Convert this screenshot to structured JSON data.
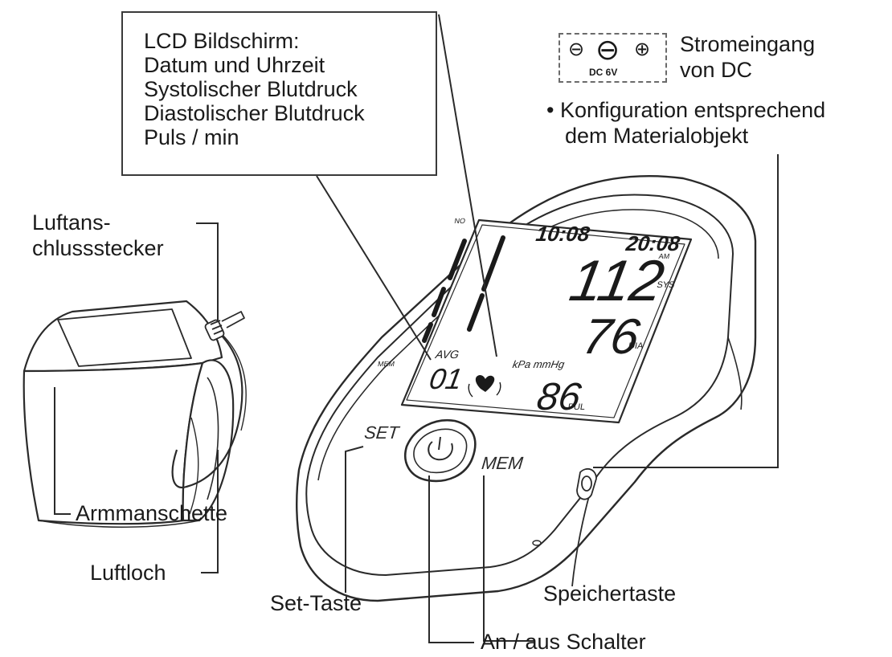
{
  "lcd_callout": {
    "lines": [
      "LCD Bildschirm:",
      "Datum und Uhrzeit",
      "Systolischer Blutdruck",
      "Diastolischer Blutdruck",
      "Puls / min"
    ]
  },
  "power": {
    "symbol_minus": "⊖",
    "symbol_plug": "⊖",
    "symbol_plus": "⊕",
    "dc_label": "DC 6V",
    "label_line1": "Stromeingang",
    "label_line2": "von DC"
  },
  "config_note": {
    "line1": "• Konfiguration entsprechend",
    "line2": "dem Materialobjekt"
  },
  "labels": {
    "air_connector_1": "Luftans-",
    "air_connector_2": "chlussstecker",
    "cuff": "Armmanschette",
    "air_hole": "Luftloch",
    "set_key": "Set-Taste",
    "memory_key": "Speichertaste",
    "on_off": "An / aus Schalter"
  },
  "device": {
    "set_button": "SET",
    "mem_button": "MEM",
    "display": {
      "date": "10:08",
      "time": "20:08",
      "systolic": "112",
      "diastolic": "76",
      "pulse": "86",
      "memory_index": "01",
      "avg": "AVG",
      "unit": "kPa mmHg",
      "sys_tag": "SYS",
      "dia_tag": "DIA",
      "pul_tag": "PUL",
      "mem_tag": "MEM",
      "no_tag": "NO",
      "am_tag": "AM"
    }
  }
}
